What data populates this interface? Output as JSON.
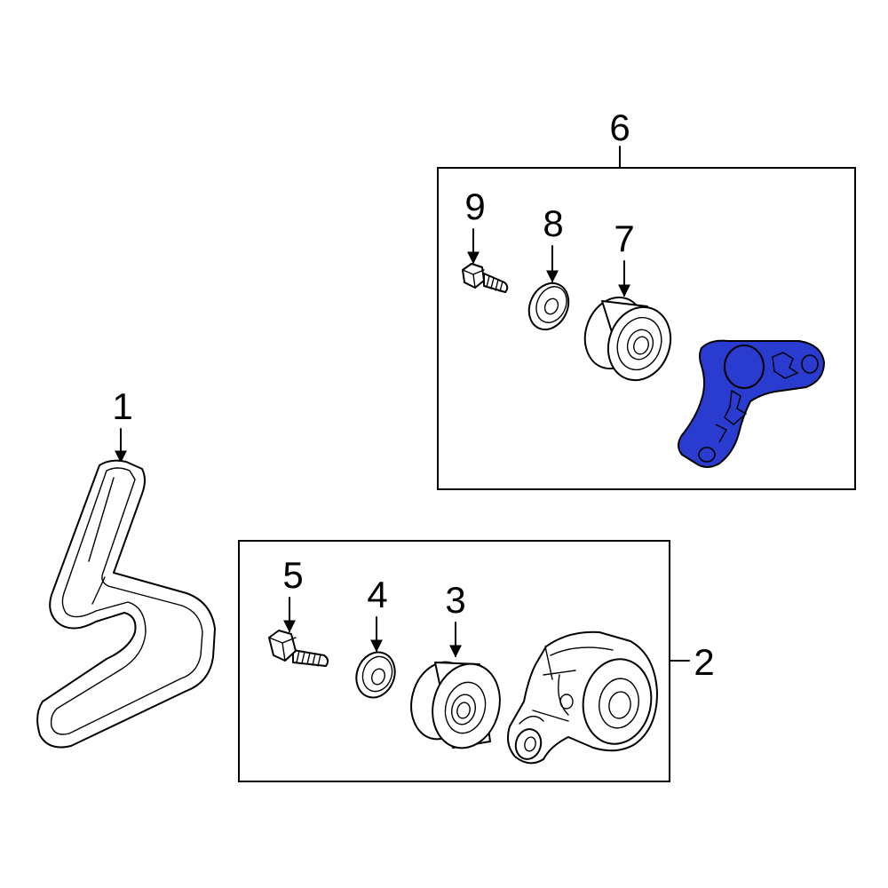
{
  "callouts": {
    "c1": "1",
    "c2": "2",
    "c3": "3",
    "c4": "4",
    "c5": "5",
    "c6": "6",
    "c7": "7",
    "c8": "8",
    "c9": "9"
  },
  "parts": [
    {
      "callout": "1",
      "icon": "serpentine-belt-icon"
    },
    {
      "callout": "2",
      "icon": "belt-tensioner-assembly-icon"
    },
    {
      "callout": "3",
      "icon": "tensioner-pulley-icon"
    },
    {
      "callout": "4",
      "icon": "pulley-cap-icon"
    },
    {
      "callout": "5",
      "icon": "flange-bolt-icon"
    },
    {
      "callout": "6",
      "icon": "idler-assembly-group"
    },
    {
      "callout": "7",
      "icon": "idler-pulley-icon"
    },
    {
      "callout": "8",
      "icon": "pulley-cap-icon"
    },
    {
      "callout": "9",
      "icon": "flange-bolt-icon"
    }
  ],
  "colors": {
    "highlight": "#2a3ccf",
    "line": "#000000",
    "background": "#ffffff"
  }
}
